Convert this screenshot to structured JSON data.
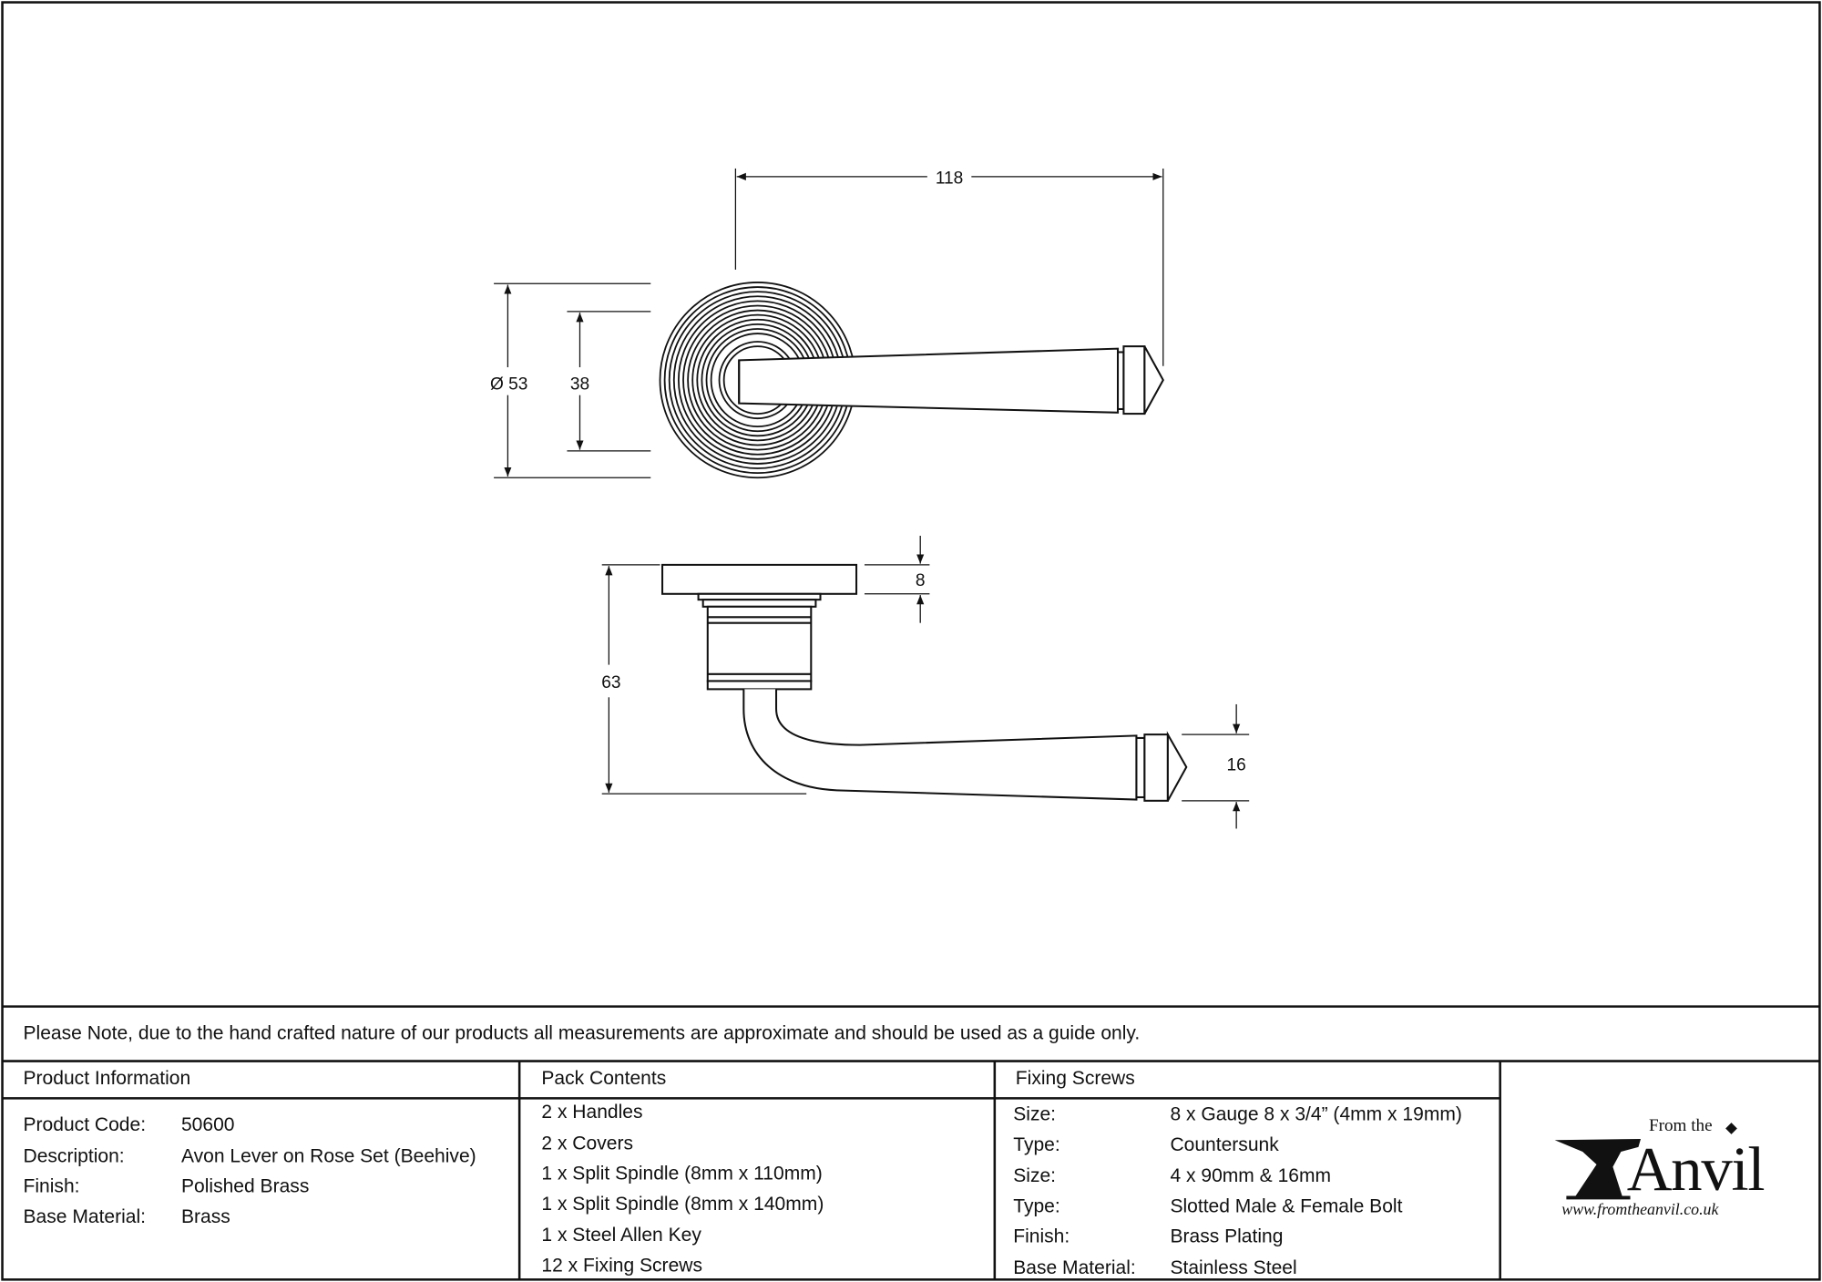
{
  "drawing": {
    "dim_width": "118",
    "dim_rose_diameter": "Ø 53",
    "dim_inner": "38",
    "dim_rose_thickness": "8",
    "dim_projection": "63",
    "dim_grip": "16"
  },
  "note": "Please Note, due to the hand crafted nature of our products all measurements are approximate and should be used as a guide only.",
  "product_info": {
    "heading": "Product Information",
    "rows": [
      {
        "label": "Product Code:",
        "value": "50600"
      },
      {
        "label": "Description:",
        "value": "Avon Lever on Rose Set (Beehive)"
      },
      {
        "label": "Finish:",
        "value": "Polished Brass"
      },
      {
        "label": "Base Material:",
        "value": "Brass"
      }
    ]
  },
  "pack_contents": {
    "heading": "Pack Contents",
    "items": [
      "2 x Handles",
      "2 x Covers",
      "1 x Split Spindle (8mm x 110mm)",
      "1 x Split Spindle (8mm x 140mm)",
      "1 x Steel Allen Key",
      "12 x Fixing Screws"
    ]
  },
  "fixing_screws": {
    "heading": "Fixing Screws",
    "rows": [
      {
        "label": "Size:",
        "value": "8 x Gauge 8 x 3/4” (4mm x 19mm)"
      },
      {
        "label": "Type:",
        "value": "Countersunk"
      },
      {
        "label": "Size:",
        "value": "4 x 90mm & 16mm"
      },
      {
        "label": "Type:",
        "value": "Slotted Male & Female Bolt"
      },
      {
        "label": "Finish:",
        "value": "Brass Plating"
      },
      {
        "label": "Base Material:",
        "value": "Stainless Steel"
      }
    ]
  },
  "logo": {
    "from_the": "From the",
    "name": "Anvil",
    "url": "www.fromtheanvil.co.uk"
  }
}
